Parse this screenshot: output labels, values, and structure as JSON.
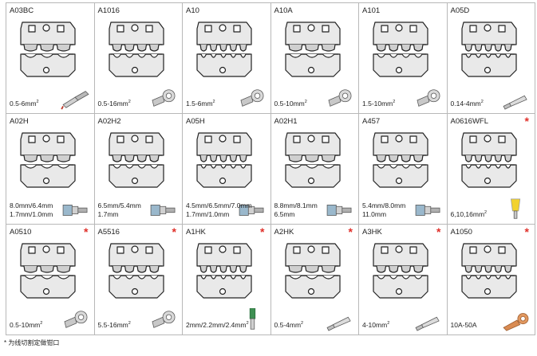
{
  "catalog": {
    "items": [
      {
        "code": "A03BC",
        "spec1": "0.5-6mm",
        "sup": "2",
        "spec2": "",
        "star": "",
        "terminal": "spade-terminal-icon"
      },
      {
        "code": "A1016",
        "spec1": "0.5-16mm",
        "sup": "2",
        "spec2": "",
        "star": "",
        "terminal": "ring-terminal-icon"
      },
      {
        "code": "A10",
        "spec1": "1.5-6mm",
        "sup": "2",
        "spec2": "",
        "star": "",
        "terminal": "ring-terminal-icon"
      },
      {
        "code": "A10A",
        "spec1": "0.5-10mm",
        "sup": "2",
        "spec2": "",
        "star": "",
        "terminal": "ring-terminal-icon"
      },
      {
        "code": "A101",
        "spec1": "1.5-10mm",
        "sup": "2",
        "spec2": "",
        "star": "",
        "terminal": "ring-terminal-icon"
      },
      {
        "code": "A05D",
        "spec1": "0.14-4mm",
        "sup": "2",
        "spec2": "",
        "star": "",
        "terminal": "pin-terminal-icon"
      },
      {
        "code": "A02H",
        "spec1": "8.0mm/6.4mm",
        "sup": "",
        "spec2": "1.7mm/1.0mm",
        "star": "",
        "terminal": "bnc-connector-icon"
      },
      {
        "code": "A02H2",
        "spec1": "6.5mm/5.4mm",
        "sup": "",
        "spec2": "1.7mm",
        "star": "",
        "terminal": "bnc-connector-icon"
      },
      {
        "code": "A05H",
        "spec1": "4.5mm/6.5mm/7.0mm",
        "sup": "",
        "spec2": "1.7mm/1.0mm",
        "star": "",
        "terminal": "bnc-connector-icon"
      },
      {
        "code": "A02H1",
        "spec1": "8.8mm/8.1mm",
        "sup": "",
        "spec2": "6.5mm",
        "star": "",
        "terminal": "bnc-connector-icon"
      },
      {
        "code": "A457",
        "spec1": "5.4mm/8.0mm",
        "sup": "",
        "spec2": "11.0mm",
        "star": "",
        "terminal": "bnc-connector-icon"
      },
      {
        "code": "A0616WFL",
        "spec1": "6,10,16mm",
        "sup": "2",
        "spec2": "",
        "star": "*",
        "terminal": "ferrule-icon"
      },
      {
        "code": "A0510",
        "spec1": "0.5-10mm",
        "sup": "2",
        "spec2": "",
        "star": "*",
        "terminal": "ring-terminal-icon"
      },
      {
        "code": "A5516",
        "spec1": "5.5-16mm",
        "sup": "2",
        "spec2": "",
        "star": "*",
        "terminal": "ring-terminal-icon"
      },
      {
        "code": "A1HK",
        "spec1": "2mm/2.2mm/2.4mm",
        "sup": "2",
        "spec2": "",
        "star": "*",
        "terminal": "contact-pin-icon"
      },
      {
        "code": "A2HK",
        "spec1": "0.5-4mm",
        "sup": "2",
        "spec2": "",
        "star": "*",
        "terminal": "pin-terminal-icon"
      },
      {
        "code": "A3HK",
        "spec1": "4-10mm",
        "sup": "2",
        "spec2": "",
        "star": "*",
        "terminal": "pin-terminal-icon"
      },
      {
        "code": "A1050",
        "spec1": "10A-50A",
        "sup": "",
        "spec2": "",
        "star": "*",
        "terminal": "copper-lug-icon"
      }
    ]
  },
  "footnote": "* 为线切割定做钳口"
}
